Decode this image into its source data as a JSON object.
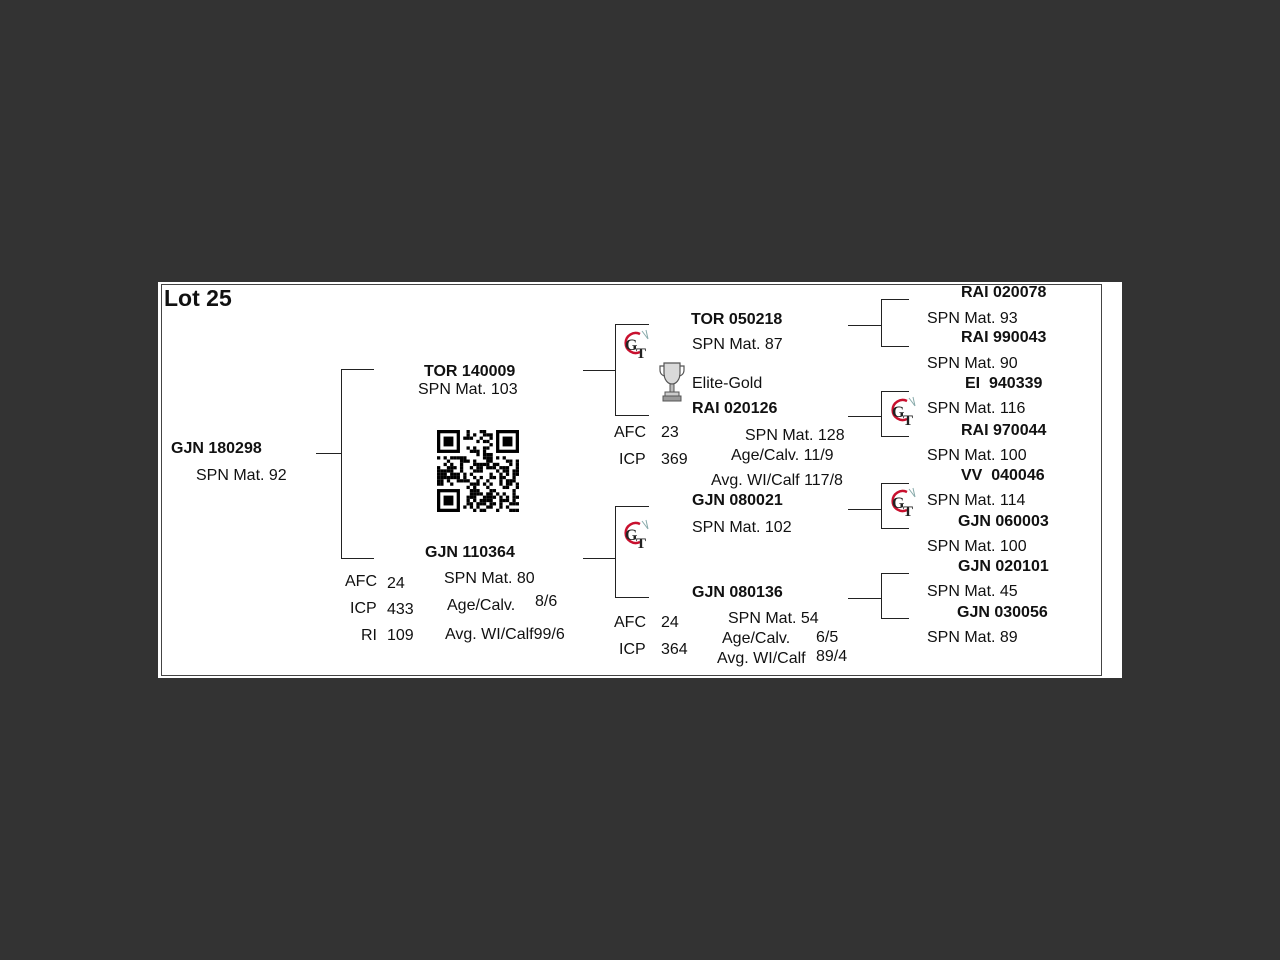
{
  "lot_title": "Lot 25",
  "animal": {
    "id": "GJN 180298",
    "spn": "SPN Mat. 92"
  },
  "sire": {
    "id": "TOR 140009",
    "spn": "SPN Mat. 103"
  },
  "dam": {
    "id": "GJN 110364",
    "spn": "SPN Mat. 80",
    "age_calv_label": "Age/Calv.",
    "age_calv_value": "8/6",
    "avg_label": "Avg. WI/Calf99/6",
    "afc_label": "AFC",
    "afc_value": "24",
    "icp_label": "ICP",
    "icp_value": "433",
    "ri_label": "RI",
    "ri_value": "109"
  },
  "sire_sire": {
    "id": "TOR 050218",
    "spn": "SPN Mat. 87",
    "award": "Elite-Gold"
  },
  "sire_dam": {
    "id": "RAI 020126",
    "spn": "SPN Mat. 128",
    "age_calv": "Age/Calv.  11/9",
    "avg": "Avg. WI/Calf  117/8",
    "afc_label": "AFC",
    "afc_value": "23",
    "icp_label": "ICP",
    "icp_value": "369"
  },
  "dam_sire": {
    "id": "GJN 080021",
    "spn": "SPN Mat. 102"
  },
  "dam_dam": {
    "id": "GJN 080136",
    "spn": "SPN Mat. 54",
    "age_calv_label": "Age/Calv.",
    "age_calv_value": "6/5",
    "avg_label": "Avg. WI/Calf",
    "avg_value": "89/4",
    "afc_label": "AFC",
    "afc_value": "24",
    "icp_label": "ICP",
    "icp_value": "364"
  },
  "gen3": [
    {
      "id": "RAI 020078",
      "spn": "SPN Mat. 93"
    },
    {
      "id": "RAI 990043",
      "spn": "SPN Mat. 90"
    },
    {
      "id": "EI  940339",
      "spn": "SPN Mat. 116"
    },
    {
      "id": "RAI 970044",
      "spn": "SPN Mat. 100"
    },
    {
      "id": "VV  040046",
      "spn": "SPN Mat. 114"
    },
    {
      "id": "GJN 060003",
      "spn": "SPN Mat. 100"
    },
    {
      "id": "GJN 020101",
      "spn": "SPN Mat. 45"
    },
    {
      "id": "GJN 030056",
      "spn": "SPN Mat. 89"
    }
  ],
  "icons": {
    "gt_logo": "gt-logo-icon",
    "trophy": "trophy-icon",
    "qr": "qr-code"
  },
  "colors": {
    "background": "#333333",
    "card": "#ffffff",
    "logo_red": "#c8102e"
  }
}
